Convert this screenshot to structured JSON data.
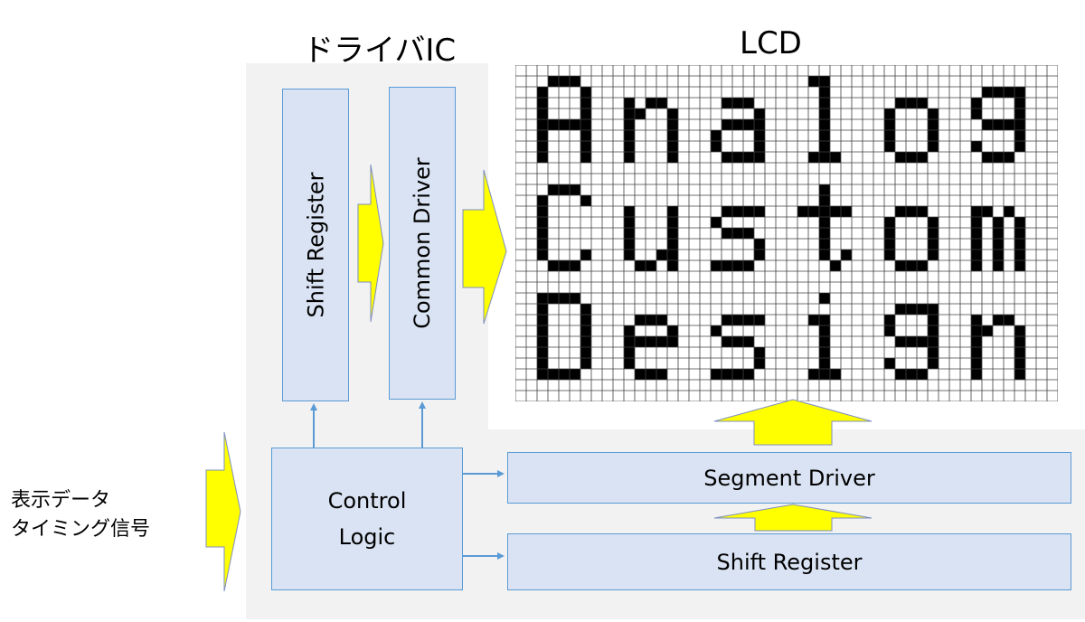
{
  "titles": {
    "driver_ic": "ドライバIC",
    "lcd": "LCD"
  },
  "blocks": {
    "shift_register_vertical": "Shift Register",
    "common_driver": "Common Driver",
    "control_logic_line1": "Control",
    "control_logic_line2": "Logic",
    "segment_driver": "Segment Driver",
    "shift_register_horizontal": "Shift Register"
  },
  "input": {
    "line1": "表示データ",
    "line2": "タイミング信号"
  },
  "lcd_display": {
    "rows": [
      "Analog",
      "Custom",
      "Design"
    ]
  },
  "colors": {
    "block_fill": "#dae3f3",
    "block_border": "#5b9bd5",
    "arrow_fill": "#ffff00",
    "arrow_border": "#7f8fbf",
    "panel": "#f2f2f2",
    "pixel_on": "#000000"
  }
}
